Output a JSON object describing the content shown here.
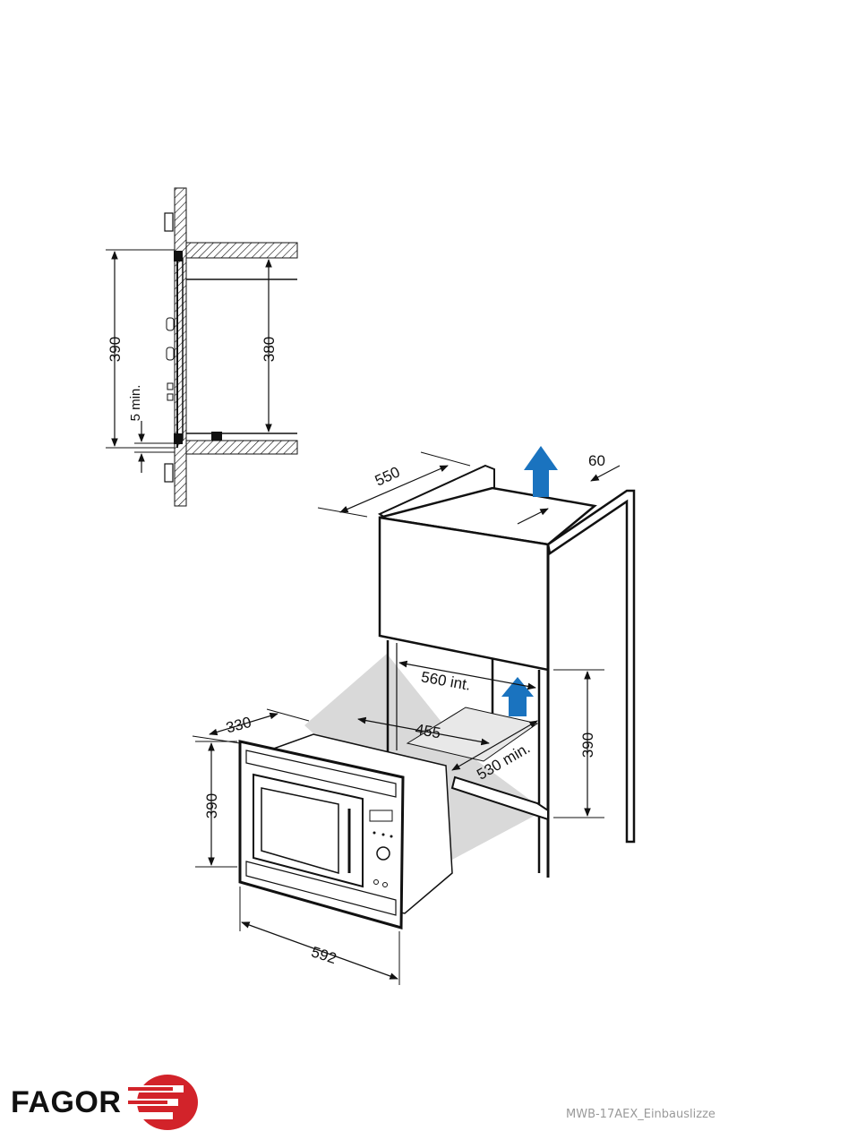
{
  "diagram": {
    "section_view": {
      "dim_total_height": "390",
      "dim_inner_height": "380",
      "dim_gap_min": "5 min."
    },
    "cabinet_view": {
      "dim_depth": "550",
      "dim_vent_gap": "60",
      "dim_inner_width": "560 int.",
      "dim_shelf_width": "455",
      "dim_shelf_depth_min": "530 min.",
      "dim_niche_height": "390"
    },
    "appliance_view": {
      "dim_frame_depth": "330",
      "dim_front_height": "390",
      "dim_front_width": "592"
    },
    "colors": {
      "airflow_arrow": "#1a73bf",
      "hatch": "#111111",
      "shadow": "#d9d9d9",
      "logo_red": "#d2232a"
    }
  },
  "footer": {
    "brand": "FAGOR",
    "caption": "MWB-17AEX_Einbauslizze"
  }
}
